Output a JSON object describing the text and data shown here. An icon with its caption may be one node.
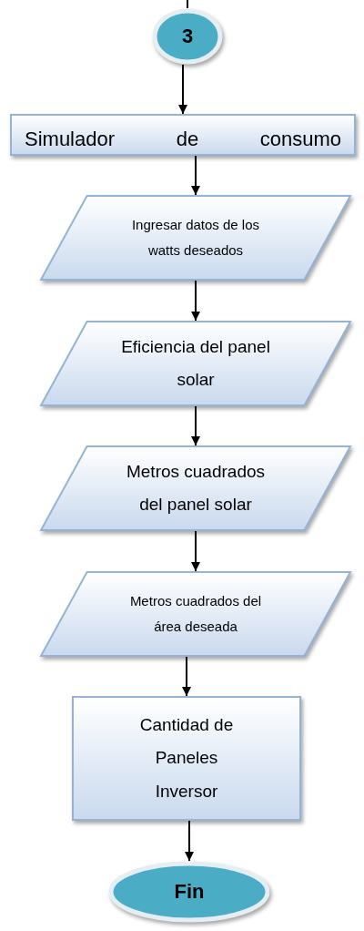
{
  "diagram": {
    "nodes": [
      {
        "text": [
          "3"
        ]
      },
      {
        "text": [
          "Simulador de consumo"
        ]
      },
      {
        "text": [
          "Ingresar datos de los watts deseados"
        ]
      },
      {
        "text": [
          "Eficiencia del panel solar"
        ]
      },
      {
        "text": [
          "Metros cuadrados del panel solar"
        ]
      },
      {
        "text": [
          "Metros cuadrados del área deseada"
        ]
      },
      {
        "text": [
          "Cantidad de Paneles Inversor"
        ]
      },
      {
        "text": [
          "Fin"
        ]
      }
    ],
    "edges": [
      {
        "from": null,
        "to": 0,
        "arrow": "none"
      },
      {
        "from": 0,
        "to": 1,
        "arrow": "to"
      },
      {
        "from": 1,
        "to": 2,
        "arrow": "to"
      },
      {
        "from": 2,
        "to": 3,
        "arrow": "to"
      },
      {
        "from": 3,
        "to": 4,
        "arrow": "to"
      },
      {
        "from": 4,
        "to": 5,
        "arrow": "to"
      },
      {
        "from": 5,
        "to": 6,
        "arrow": "to"
      },
      {
        "from": 6,
        "to": 7,
        "arrow": "to"
      }
    ]
  }
}
